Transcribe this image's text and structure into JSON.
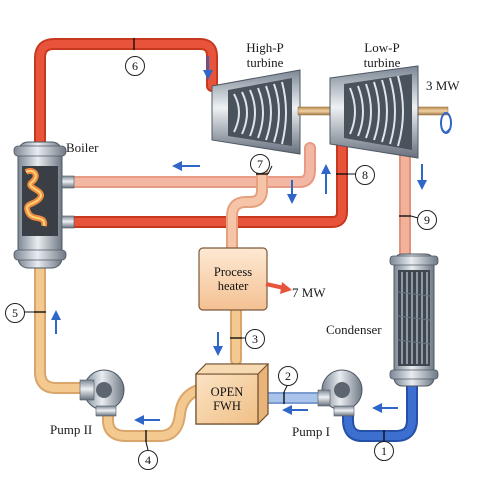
{
  "components": {
    "high_p_turbine": {
      "line1": "High-P",
      "line2": "turbine"
    },
    "low_p_turbine": {
      "line1": "Low-P",
      "line2": "turbine"
    },
    "turbine_power": "3 MW",
    "boiler": "Boiler",
    "process_heater": {
      "line1": "Process",
      "line2": "heater",
      "heat_out": "7 MW"
    },
    "condenser": "Condenser",
    "open_fwh": {
      "line1": "OPEN",
      "line2": "FWH"
    },
    "pump_1": "Pump I",
    "pump_2": "Pump II"
  },
  "states": [
    "1",
    "2",
    "3",
    "4",
    "5",
    "6",
    "7",
    "8",
    "9"
  ],
  "colors": {
    "hot_pipe": "#e8533b",
    "warm_pipe": "#f3b28c",
    "cool_pipe": "#f6c98a",
    "cold_pipe": "#3d6fd1",
    "light_blue_pipe": "#9fbbe6",
    "arrow": "#2f66c8"
  }
}
